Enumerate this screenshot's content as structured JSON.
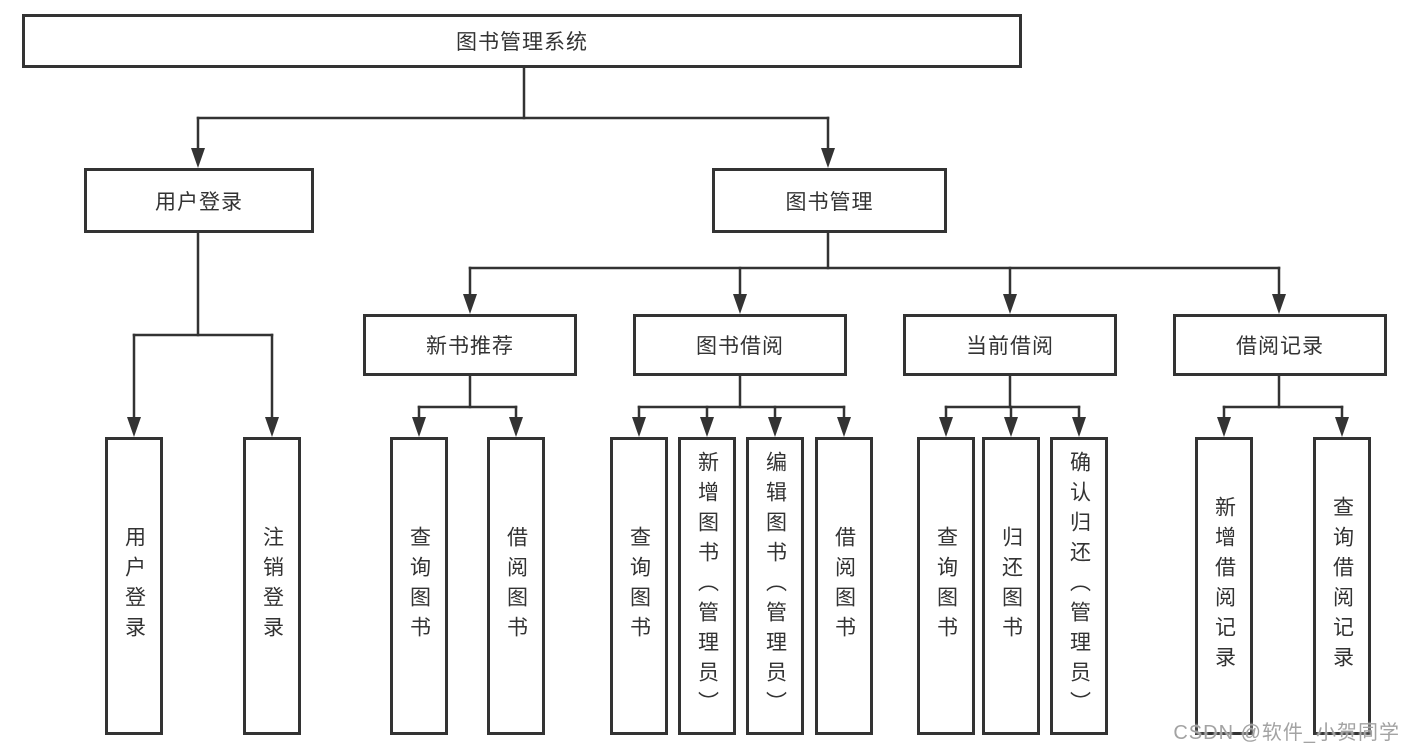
{
  "diagram": {
    "root": "图书管理系统",
    "user_login": {
      "label": "用户登录",
      "children": [
        "用户登录",
        "注销登录"
      ]
    },
    "book_management": {
      "label": "图书管理",
      "sections": {
        "new_book_recommendation": {
          "label": "新书推荐",
          "children": [
            "查询图书",
            "借阅图书"
          ]
        },
        "book_borrowing": {
          "label": "图书借阅",
          "children": [
            "查询图书",
            "新增图书（管理员）",
            "编辑图书（管理员）",
            "借阅图书"
          ]
        },
        "current_borrowing": {
          "label": "当前借阅",
          "children": [
            "查询图书",
            "归还图书",
            "确认归还（管理员）"
          ]
        },
        "borrowing_records": {
          "label": "借阅记录",
          "children": [
            "新增借阅记录",
            "查询借阅记录"
          ]
        }
      }
    }
  },
  "watermark": "CSDN @软件_小贺同学",
  "colors": {
    "line": "#333333",
    "box_border": "#333333",
    "text": "#333333",
    "watermark_text": "#a3a3a3",
    "background": "#ffffff"
  }
}
